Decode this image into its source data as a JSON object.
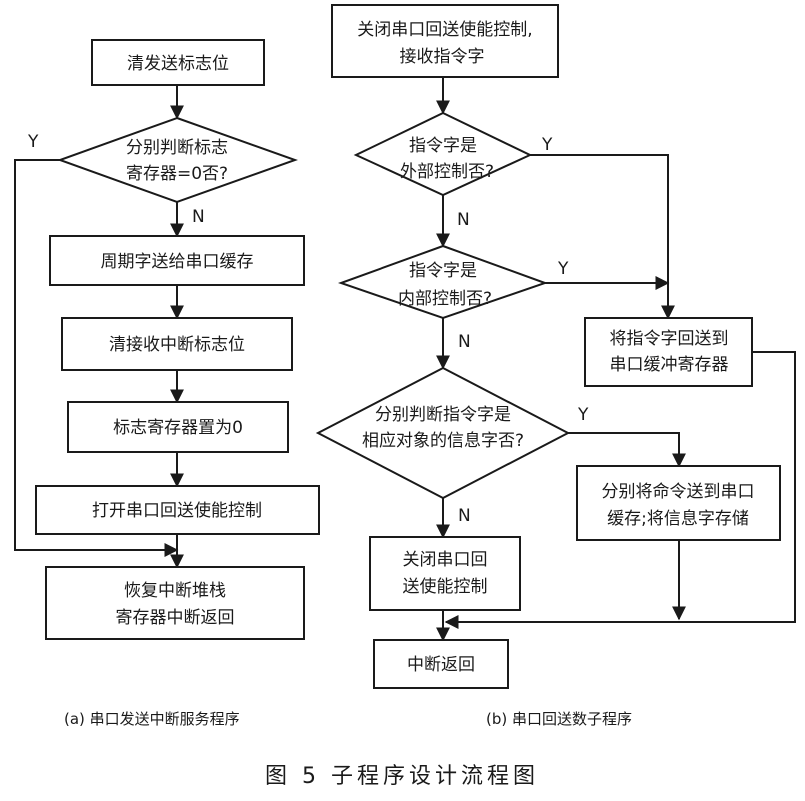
{
  "left_chart": {
    "clear_send_flag": "清发送标志位",
    "judge_flag_line1": "分别判断标志",
    "judge_flag_line2": "寄存器=0否?",
    "period_word": "周期字送给串口缓存",
    "clear_recv_flag": "清接收中断标志位",
    "flag_reg_zero": "标志寄存器置为0",
    "open_loopback": "打开串口回送使能控制",
    "restore_line1": "恢复中断堆栈",
    "restore_line2": "寄存器中断返回",
    "yes": "Y",
    "no": "N",
    "caption": "(a) 串口发送中断服务程序"
  },
  "right_chart": {
    "close_recv_line1": "关闭串口回送使能控制,",
    "close_recv_line2": "接收指令字",
    "ext_line1": "指令字是",
    "ext_line2": "外部控制否?",
    "int_line1": "指令字是",
    "int_line2": "内部控制否?",
    "info_line1": "分别判断指令字是",
    "info_line2": "相应对象的信息字否?",
    "send_back_line1": "将指令字回送到",
    "send_back_line2": "串口缓冲寄存器",
    "send_cmd_line1": "分别将命令送到串口",
    "send_cmd_line2": "缓存;将信息字存储",
    "close_loop_line1": "关闭串口回",
    "close_loop_line2": "送使能控制",
    "int_return": "中断返回",
    "yes": "Y",
    "no": "N",
    "caption": "(b) 串口回送数子程序"
  },
  "figure_caption": "图 5   子程序设计流程图"
}
